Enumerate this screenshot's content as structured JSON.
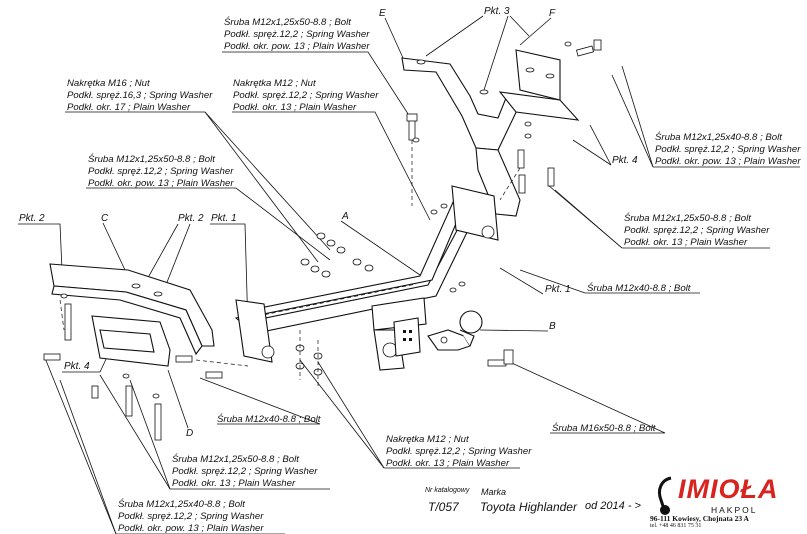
{
  "catalog": {
    "catalog_label": "Nr katalogowy",
    "brand_label": "Marka",
    "catalog_number": "T/057",
    "vehicle": "Toyota Highlander",
    "year": "od 2014 - >"
  },
  "brand": {
    "name": "IMIOŁA",
    "sub": "HAKPOL",
    "address": "96-111 Kowiesy, Chojnata 23 A",
    "tel": "tel. +48 46 831 75 31"
  },
  "callouts": {
    "bolt_top_f": [
      "Śruba M12x1,25x50-8.8 ; Bolt",
      "Podkł. spręż.12,2 ; Spring Washer",
      "Podkł. okr. pow. 13 ; Plain Washer"
    ],
    "nut_m16": [
      "Nakrętka M16 ; Nut",
      "Podkł. spręż.16,3 ; Spring Washer",
      "Podkł. okr. 17 ; Plain Washer"
    ],
    "nut_m12_top": [
      "Nakrętka M12 ; Nut",
      "Podkł. spręż.12,2 ; Spring Washer",
      "Podkł. okr. 13 ; Plain Washer"
    ],
    "bolt_right_top": [
      "Śruba M12x1,25x40-8.8 ; Bolt",
      "Podkł. spręż.12,2 ; Spring Washer",
      "Podkł. okr. pow. 13 ; Plain Washer"
    ],
    "bolt_left_mid": [
      "Śruba M12x1,25x50-8.8 ; Bolt",
      "Podkł. spręż.12,2 ; Spring Washer",
      "Podkł. okr. pow. 13 ; Plain Washer"
    ],
    "bolt_right_mid": [
      "Śruba M12x1,25x50-8.8 ; Bolt",
      "Podkł. spręż.12,2 ; Spring Washer",
      "Podkł. okr. 13 ; Plain Washer"
    ],
    "bolt_m12x40_right": "Śruba M12x40-8.8 ; Bolt",
    "bolt_m12x40_left": "Śruba M12x40-8.8 ; Bolt",
    "bolt_m16": "Śruba M16x50-8.8 ; Bolt",
    "nut_m12_bottom": [
      "Nakrętka M12 ; Nut",
      "Podkł. spręż.12,2 ; Spring Washer",
      "Podkł. okr. 13 ; Plain Washer"
    ],
    "bolt_bottom_mid": [
      "Śruba M12x1,25x50-8.8 ; Bolt",
      "Podkł. spręż.12,2 ; Spring Washer",
      "Podkł. okr. 13 ; Plain Washer"
    ],
    "bolt_bottom_left": [
      "Śruba M12x1,25x40-8.8 ; Bolt",
      "Podkł. spręż.12,2 ; Spring Washer",
      "Podkł. okr. pow. 13 ; Plain Washer"
    ]
  },
  "tags": {
    "pkt3": "Pkt. 3",
    "pkt4_right": "Pkt. 4",
    "pkt2_left": "Pkt. 2",
    "pkt2_mid": "Pkt. 2",
    "pkt1_left": "Pkt. 1",
    "pkt1_right": "Pkt. 1",
    "pkt4_left": "Pkt. 4",
    "e": "E",
    "f": "F",
    "a": "A",
    "b": "B",
    "c": "C",
    "d": "D"
  }
}
